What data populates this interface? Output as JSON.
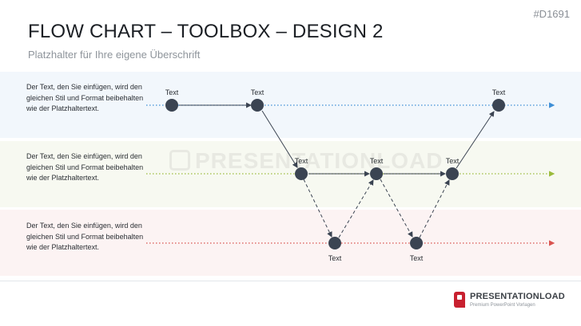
{
  "header": {
    "slide_id": "#D1691",
    "title": "FLOW CHART – TOOLBOX – DESIGN 2",
    "subtitle": "Platzhalter für Ihre eigene Überschrift"
  },
  "bands": [
    {
      "name": "blue",
      "color": "#3f8fd6",
      "text": "Der Text, den Sie einfügen, wird den gleichen Stil und Format beibehalten wie der Platzhaltertext."
    },
    {
      "name": "green",
      "color": "#9bbb3c",
      "text": "Der Text, den Sie einfügen, wird den gleichen Stil und Format beibehalten wie der Platzhaltertext."
    },
    {
      "name": "red",
      "color": "#d9534f",
      "text": "Der Text, den Sie einfügen, wird den gleichen Stil und Format beibehalten wie der Platzhaltertext."
    }
  ],
  "node_color": "#3b4452",
  "node_label": "Text",
  "watermark": "PRESENTATIONLOAD",
  "logo": {
    "name": "PRESENTATIONLOAD",
    "tagline": "Premium PowerPoint Vorlagen",
    "color": "#c8202f"
  }
}
